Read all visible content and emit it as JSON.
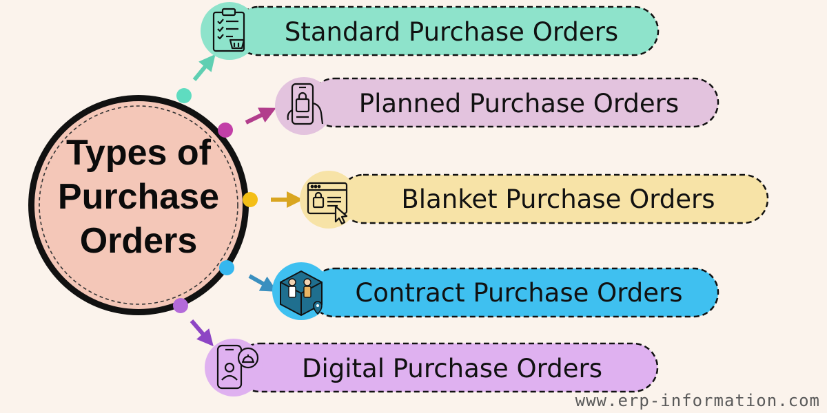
{
  "center": {
    "title_lines": [
      "Types of",
      "Purchase",
      "Orders"
    ]
  },
  "items": [
    {
      "label": "Standard Purchase Orders",
      "icon": "clipboard-checklist-icon",
      "color": "#8ee3cb",
      "dot_color": "#5fdcc0",
      "arrow_color": "#5fcfb2"
    },
    {
      "label": "Planned Purchase Orders",
      "icon": "phone-shopping-bag-icon",
      "color": "#e3c3de",
      "dot_color": "#c23fa7",
      "arrow_color": "#b23d8c"
    },
    {
      "label": "Blanket Purchase Orders",
      "icon": "browser-shopping-bag-icon",
      "color": "#f7e3a7",
      "dot_color": "#f4be16",
      "arrow_color": "#d9a520"
    },
    {
      "label": "Contract Purchase Orders",
      "icon": "delivery-box-icon",
      "color": "#3fc0f0",
      "dot_color": "#36b7ef",
      "arrow_color": "#3a8fbf"
    },
    {
      "label": "Digital Purchase Orders",
      "icon": "phone-service-bell-icon",
      "color": "#dfb1f0",
      "dot_color": "#b36ad9",
      "arrow_color": "#8d45c4"
    }
  ],
  "watermark": "www.erp-information.com"
}
